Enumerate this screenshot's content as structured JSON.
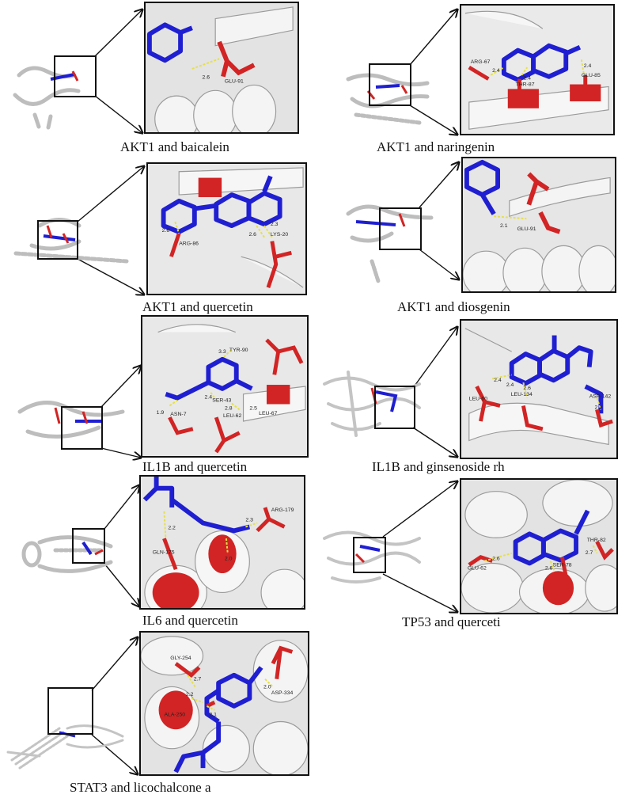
{
  "colors": {
    "ligand": "#1f1fd1",
    "residue": "#d22424",
    "protein": "#d9d9d9",
    "hbond": "#e6e04a",
    "frame": "#111111"
  },
  "panels": [
    {
      "caption": "AKT1 and baicalein",
      "residues": [
        "GLU-91"
      ],
      "distances": [
        "2.6"
      ]
    },
    {
      "caption": "AKT1 and naringenin",
      "residues": [
        "ARG-67",
        "THR-87",
        "GLU-85"
      ],
      "distances": [
        "2.4",
        "2.4",
        "2.4"
      ]
    },
    {
      "caption": "AKT1 and quercetin",
      "residues": [
        "ARG-86",
        "LYS-20"
      ],
      "distances": [
        "2.6",
        "2.6",
        "2.3"
      ]
    },
    {
      "caption": "AKT1 and diosgenin",
      "residues": [
        "GLU-91"
      ],
      "distances": [
        "2.1"
      ]
    },
    {
      "caption": "IL1B and quercetin",
      "residues": [
        "TYR-90",
        "ASN-7",
        "SER-43",
        "LEU-62",
        "LEU-67"
      ],
      "distances": [
        "3.3",
        "1.9",
        "2.4",
        "2.8",
        "2.5"
      ]
    },
    {
      "caption": "IL1B and ginsenoside rh",
      "residues": [
        "LEU-60",
        "LEU-134",
        "ASP-142"
      ],
      "distances": [
        "2.4",
        "2.4",
        "2.6",
        "2.1"
      ]
    },
    {
      "caption": "IL6 and quercetin",
      "residues": [
        "GLN-175",
        "ARG-179"
      ],
      "distances": [
        "2.2",
        "2.3",
        "2.0"
      ]
    },
    {
      "caption": "TP53 and querceti",
      "residues": [
        "GLU-62",
        "SER-78",
        "THR-82"
      ],
      "distances": [
        "2.6",
        "2.6",
        "2.7"
      ]
    },
    {
      "caption": "STAT3 and licochalcone a",
      "residues": [
        "GLY-254",
        "ALA-250",
        "ASP-334"
      ],
      "distances": [
        "2.7",
        "2.2",
        "2.1",
        "2.0"
      ]
    }
  ]
}
